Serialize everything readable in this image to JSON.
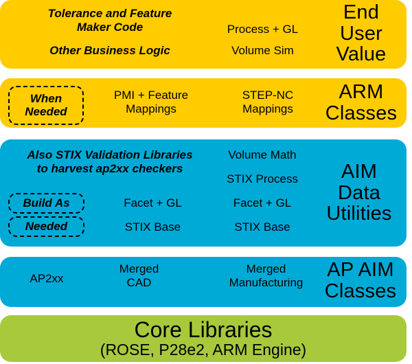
{
  "colors": {
    "yellow": "#FFCC00",
    "blue": "#00AAD7",
    "green": "#A8C93C"
  },
  "bands": {
    "end_user": {
      "label": [
        "End",
        "User",
        "Value"
      ],
      "note_tolerance": [
        "Tolerance and Feature",
        "Maker Code"
      ],
      "note_business": "Other Business Logic",
      "process_gl": "Process + GL",
      "volume_sim": "Volume Sim"
    },
    "arm": {
      "label": [
        "ARM",
        "Classes"
      ],
      "when_needed": [
        "When",
        "Needed"
      ],
      "pmi_feature": [
        "PMI + Feature",
        "Mappings"
      ],
      "stepnc": [
        "STEP-NC",
        "Mappings"
      ]
    },
    "aim_utilities": {
      "label": [
        "AIM",
        "Data",
        "Utilities"
      ],
      "note": [
        "Also STIX Validation Libraries",
        "to harvest ap2xx checkers"
      ],
      "build_as": "Build As",
      "needed": "Needed",
      "col_cad": {
        "facet_gl": "Facet + GL",
        "stix_base": "STIX Base"
      },
      "col_mfg": {
        "volume_math": "Volume Math",
        "stix_process": "STIX Process",
        "facet_gl": "Facet + GL",
        "stix_base": "STIX Base"
      }
    },
    "ap_aim": {
      "label": [
        "AP AIM",
        "Classes"
      ],
      "ap2xx": "AP2xx",
      "merged_cad": [
        "Merged",
        "CAD"
      ],
      "merged_mfg": [
        "Merged",
        "Manufacturing"
      ]
    },
    "core": {
      "title": "Core Libraries",
      "subtitle": "(ROSE, P28e2, ARM Engine)"
    }
  }
}
